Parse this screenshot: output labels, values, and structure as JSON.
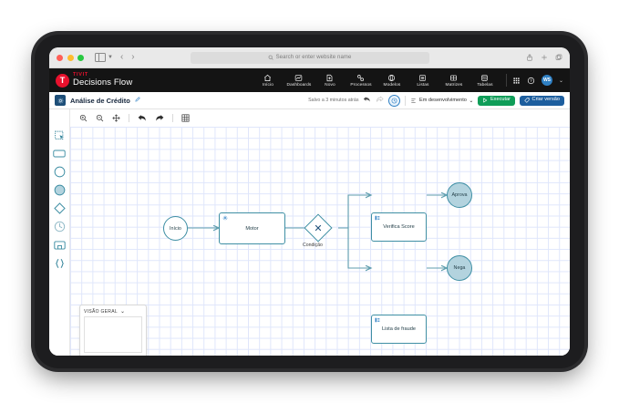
{
  "browser": {
    "window_controls": [
      "close",
      "minimize",
      "maximize"
    ],
    "sidebar_toggle_icon": "sidebar-icon",
    "back_icon": "‹",
    "forward_icon": "›",
    "search": {
      "placeholder": "Search or enter website name",
      "icon": "search-icon"
    },
    "right_actions": [
      {
        "name": "share-icon",
        "glyph": "⇧"
      },
      {
        "name": "new-tab-icon",
        "glyph": "+"
      },
      {
        "name": "tabs-overview-icon",
        "glyph": "⧉"
      }
    ]
  },
  "app_header": {
    "brand_top": "TIVIT",
    "brand_name": "Decisions Flow",
    "logo_letter": "T",
    "brand_color": "#e8112d",
    "nav": [
      {
        "label": "Início",
        "icon": "home-icon"
      },
      {
        "label": "Dashboards",
        "icon": "chart-icon"
      },
      {
        "label": "Novo",
        "icon": "new-document-icon"
      },
      {
        "label": "Processos",
        "icon": "process-icon"
      },
      {
        "label": "Modelos",
        "icon": "models-icon"
      },
      {
        "label": "Listas",
        "icon": "list-icon"
      },
      {
        "label": "Matrizes",
        "icon": "matrix-icon"
      },
      {
        "label": "Tabelas",
        "icon": "database-icon"
      }
    ],
    "apps_icon": "grid-apps-icon",
    "help_icon": "help-icon",
    "avatar_initials": "WS",
    "avatar_color": "#2f80c4",
    "avatar_chevron": "⌄"
  },
  "title_bar": {
    "doc_icon": "gear-document-icon",
    "title": "Análise de Crédito",
    "edit_icon": "pencil-icon",
    "saved_text": "Salvo a 3 minutos atrás",
    "undo_icon": "↰",
    "redo_icon": "↱",
    "history_icon": "clock-history-icon",
    "status_icon": "flow-status-icon",
    "status_label": "Em desenvolvimento",
    "status_chevron": "⌄",
    "run_button": {
      "label": "Executar",
      "icon": "play-icon",
      "color": "#0f9d58"
    },
    "version_button": {
      "label": "Criar versão",
      "icon": "tag-icon",
      "color": "#1d5e9e"
    }
  },
  "palette": {
    "tools": [
      {
        "name": "select-marquee-tool",
        "icon": "marquee-icon"
      },
      {
        "name": "rectangle-tool",
        "icon": "rectangle-icon"
      },
      {
        "name": "circle-outline-tool",
        "icon": "circle-icon"
      },
      {
        "name": "circle-filled-tool",
        "icon": "circle-filled-icon"
      },
      {
        "name": "diamond-tool",
        "icon": "diamond-icon"
      },
      {
        "name": "gauge-tool",
        "icon": "gauge-icon"
      },
      {
        "name": "card-tool",
        "icon": "card-icon"
      },
      {
        "name": "code-braces-tool",
        "icon": "braces-icon"
      }
    ]
  },
  "canvas_toolbar": {
    "tools": [
      {
        "name": "zoom-in-button",
        "icon": "zoom-in-icon"
      },
      {
        "name": "zoom-out-button",
        "icon": "zoom-out-icon"
      },
      {
        "name": "fit-to-screen-button",
        "icon": "move-fit-icon"
      },
      {
        "name": "undo-button",
        "icon": "undo-arrow-icon"
      },
      {
        "name": "redo-button",
        "icon": "redo-arrow-icon"
      },
      {
        "name": "grid-toggle-button",
        "icon": "grid-icon"
      }
    ]
  },
  "flow": {
    "nodes": [
      {
        "id": "inicio",
        "label": "Início",
        "type": "start-circle"
      },
      {
        "id": "motor",
        "label": "Motor",
        "type": "task-rect",
        "icon": "gear-icon"
      },
      {
        "id": "condicao",
        "label": "Condição",
        "type": "decision-diamond",
        "glyph": "✕"
      },
      {
        "id": "verifica-score",
        "label": "Verifica Score",
        "type": "task-rect",
        "icon": "list-icon"
      },
      {
        "id": "lista-fraude",
        "label": "Lista de fraude",
        "type": "task-rect",
        "icon": "list-icon"
      },
      {
        "id": "aprova",
        "label": "Aprova",
        "type": "end-circle"
      },
      {
        "id": "nega",
        "label": "Nega",
        "type": "end-circle"
      }
    ],
    "edges": [
      {
        "from": "inicio",
        "to": "motor"
      },
      {
        "from": "motor",
        "to": "condicao"
      },
      {
        "from": "condicao",
        "to": "verifica-score"
      },
      {
        "from": "condicao",
        "to": "lista-fraude"
      },
      {
        "from": "verifica-score",
        "to": "aprova"
      },
      {
        "from": "lista-fraude",
        "to": "nega"
      }
    ],
    "edge_color": "#5f9ead",
    "node_border_color": "#3f8fa4",
    "node_fill_color": "#b3d3de"
  },
  "minimap": {
    "title": "VISÃO GERAL",
    "chevron": "⌄"
  }
}
